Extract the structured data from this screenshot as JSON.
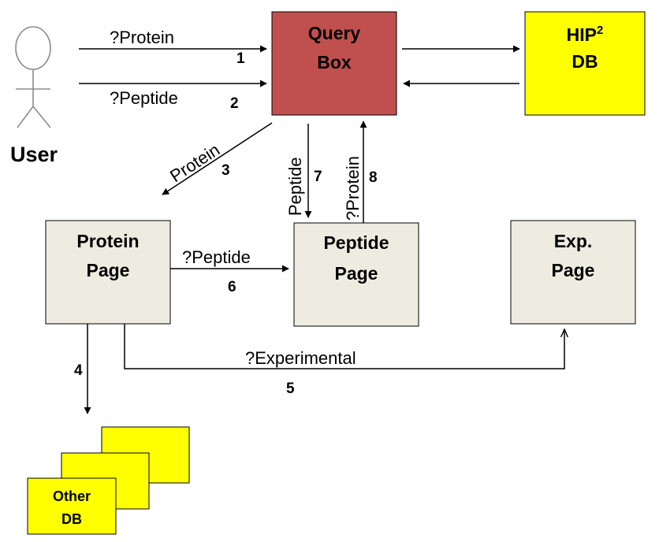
{
  "actor": {
    "label": "User"
  },
  "nodes": {
    "query_box": {
      "line1": "Query",
      "line2": "Box",
      "color": "#c0504d"
    },
    "hip2_db": {
      "line1": "HIP",
      "sup": "2",
      "line2": "DB",
      "color": "#ffff00"
    },
    "protein_page": {
      "line1": "Protein",
      "line2": "Page",
      "color": "#eeece1"
    },
    "peptide_page": {
      "line1": "Peptide",
      "line2": "Page",
      "color": "#eeece1"
    },
    "exp_page": {
      "line1": "Exp.",
      "line2": "Page",
      "color": "#eeece1"
    },
    "other_db": {
      "line1": "Other",
      "line2": "DB",
      "color": "#ffff00"
    }
  },
  "edges": {
    "e1": {
      "label": "?Protein",
      "step": "1"
    },
    "e2": {
      "label": "?Peptide",
      "step": "2"
    },
    "e3": {
      "label": "Protein",
      "step": "3"
    },
    "e4": {
      "step": "4"
    },
    "e5": {
      "label": "?Experimental",
      "step": "5"
    },
    "e6": {
      "label": "?Peptide",
      "step": "6"
    },
    "e7": {
      "label": "Peptide",
      "step": "7"
    },
    "e8": {
      "label": "?Protein",
      "step": "8"
    }
  }
}
